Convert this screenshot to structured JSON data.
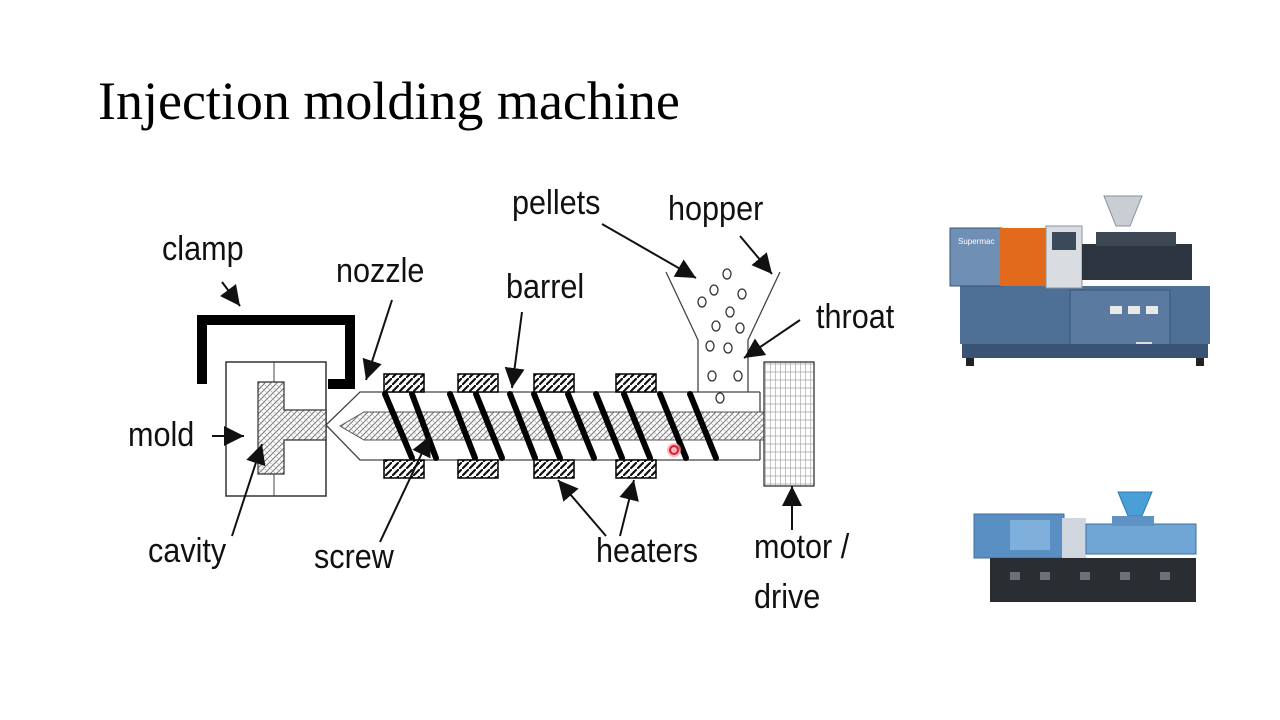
{
  "slide": {
    "title": "Injection molding machine"
  },
  "diagram": {
    "labels": {
      "clamp": "clamp",
      "nozzle": "nozzle",
      "barrel": "barrel",
      "pellets": "pellets",
      "hopper": "hopper",
      "throat": "throat",
      "mold": "mold",
      "cavity": "cavity",
      "screw": "screw",
      "heaters": "heaters",
      "motor_line1": "motor /",
      "motor_line2": "drive"
    }
  },
  "photos": {
    "machine_top_brand": "Supermac"
  },
  "colors": {
    "laser_pointer": "#e0182a",
    "machine_blue": "#5b7fa8",
    "machine_orange": "#e26a1c",
    "machine_dark": "#2c3440"
  }
}
